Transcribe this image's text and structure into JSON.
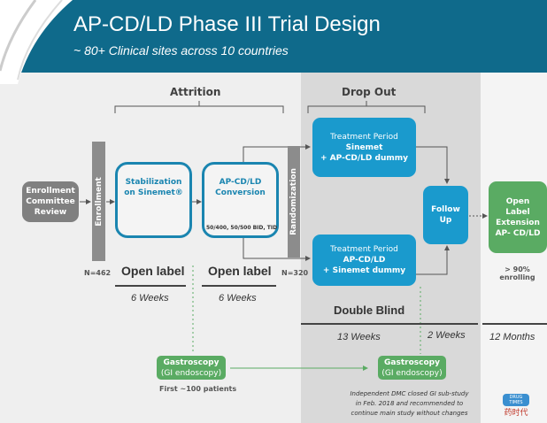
{
  "header": {
    "title": "AP-CD/LD Phase III Trial Design",
    "subtitle": "~ 80+ Clinical sites across 10 countries"
  },
  "sections": {
    "attrition": "Attrition",
    "drop_out": "Drop Out",
    "double_blind": "Double Blind"
  },
  "nodes": {
    "enrollment_committee": "Enrollment Committee Review",
    "enrollment": "Enrollment",
    "stabilization": [
      "Stabilization",
      "on Sinemet®"
    ],
    "conversion": [
      "AP-CD/LD",
      "Conversion"
    ],
    "conversion_dose": "50/400, 50/500 BID, TID",
    "randomization": "Randomization",
    "treatment1": [
      "Treatment Period",
      "Sinemet",
      "+ AP-CD/LD dummy"
    ],
    "treatment2": [
      "Treatment Period",
      "AP-CD/LD",
      "+ Sinemet dummy"
    ],
    "follow_up": [
      "Follow",
      "Up"
    ],
    "extension": [
      "Open",
      "Label",
      "Extension",
      "AP- CD/LD"
    ],
    "gastro1": [
      "Gastroscopy",
      "(GI endoscopy)"
    ],
    "gastro2": [
      "Gastroscopy",
      "(GI endoscopy)"
    ]
  },
  "labels": {
    "n_enroll": "N=462",
    "n_random": "N=320",
    "open_label_1": "Open label",
    "open_label_2": "Open label",
    "enrolling": [
      "> 90%",
      "enrolling"
    ],
    "first_patients": "First ~100 patients",
    "dmc_note": [
      "Independent DMC closed GI sub-study",
      "in Feb. 2018 and recommended to",
      "continue main study without changes"
    ]
  },
  "durations": {
    "stab": "6 Weeks",
    "conv": "6 Weeks",
    "double_blind": "13 Weeks",
    "follow_up": "2 Weeks",
    "extension": "12 Months"
  },
  "logo": {
    "text": "DRUG TIMES",
    "cn": "药时代"
  },
  "colors": {
    "header": "#0f6a8b",
    "blue": "#1a9acd",
    "green": "#5aab63",
    "gray": "#8c8c8c"
  }
}
